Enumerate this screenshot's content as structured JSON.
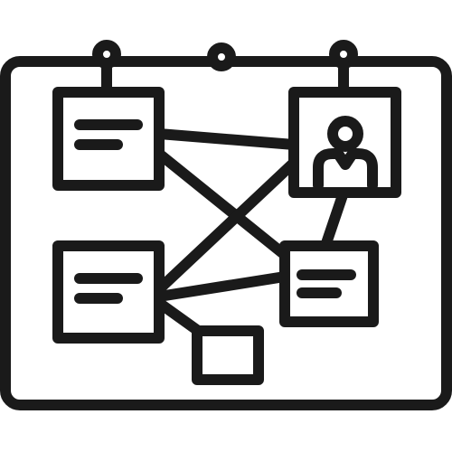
{
  "icon": {
    "name": "evidence-board-icon",
    "stroke_color": "#1a1a1a",
    "background_color": "#ffffff"
  },
  "elements": {
    "board": "board-frame",
    "pins": [
      "pin-left",
      "pin-center",
      "pin-right"
    ],
    "notes": [
      "note-top-left",
      "note-bottom-left",
      "note-bottom-right"
    ],
    "photo": "photo-card-person",
    "small_box": "small-card"
  }
}
